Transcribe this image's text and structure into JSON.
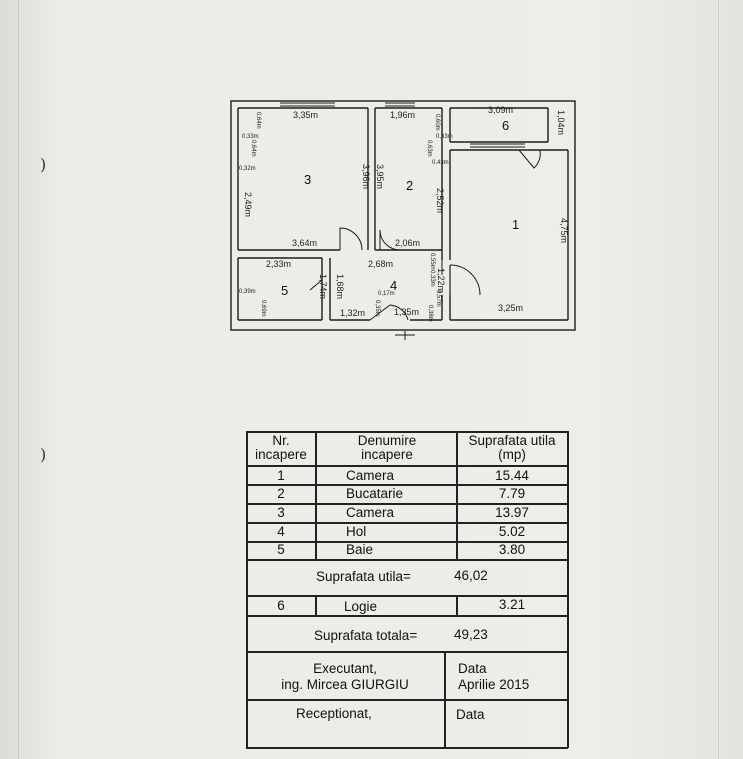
{
  "plan": {
    "rooms": [
      {
        "num": "1"
      },
      {
        "num": "2"
      },
      {
        "num": "3"
      },
      {
        "num": "4"
      },
      {
        "num": "5"
      },
      {
        "num": "6"
      }
    ],
    "dims": {
      "d335": "3,35m",
      "d196": "1,96m",
      "d309": "3,09m",
      "d104": "1,04m",
      "d064a": "0,64m",
      "d064b": "0,64m",
      "d033a": "0,33m",
      "d032": "0,32m",
      "d249": "2,49m",
      "d396": "3,96m",
      "d395": "3,95m",
      "d060": "0,60m",
      "d033b": "0,33m",
      "d063": "0,63m",
      "d043": "0,43m",
      "d252": "2,52m",
      "d475": "4,75m",
      "d364": "3,64m",
      "d206": "2,06m",
      "d233": "2,33m",
      "d268": "2,68m",
      "d174": "1,74m",
      "d168": "1,68m",
      "d039": "0,39m",
      "d069": "0,69m",
      "d017": "0,17m",
      "d035": "0,35m",
      "d132": "1,32m",
      "d135": "1,35m",
      "d055": "0,55m",
      "d122": "1,22m",
      "d033c": "0,33m",
      "d057": "0,57m",
      "d325": "3,25m",
      "d038": "0,38m"
    }
  },
  "table": {
    "headers": {
      "nr": "Nr. incapere",
      "denumire": "Denumire incapere",
      "suprafata": "Suprafata utila (mp)"
    },
    "rows": [
      {
        "nr": "1",
        "name": "Camera",
        "area": "15.44"
      },
      {
        "nr": "2",
        "name": "Bucatarie",
        "area": "7.79"
      },
      {
        "nr": "3",
        "name": "Camera",
        "area": "13.97"
      },
      {
        "nr": "4",
        "name": "Hol",
        "area": "5.02"
      },
      {
        "nr": "5",
        "name": "Baie",
        "area": "3.80"
      }
    ],
    "util_label": "Suprafata utila=",
    "util_value": "46,02",
    "loggia": {
      "nr": "6",
      "name": "Logie",
      "area": "3.21"
    },
    "total_label": "Suprafata totala=",
    "total_value": "49,23",
    "executant_title": "Executant,",
    "executant_name": "ing. Mircea  GIURGIU",
    "data_label": "Data",
    "data_value": "Aprilie 2015",
    "receptionat": "Receptionat,",
    "data_label2": "Data"
  }
}
